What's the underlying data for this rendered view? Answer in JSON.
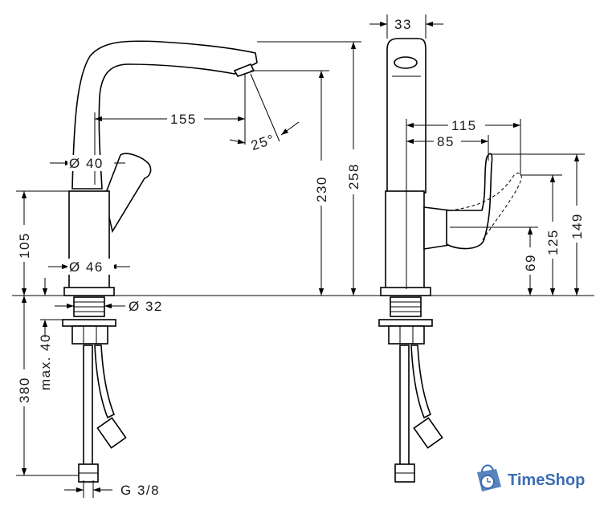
{
  "dimensions": {
    "d33": "33",
    "d155": "155",
    "d25": "25°",
    "d40": "Ø 40",
    "d230": "230",
    "d258": "258",
    "d115": "115",
    "d85": "85",
    "d105": "105",
    "d46": "Ø 46",
    "d32": "Ø 32",
    "d69": "69",
    "d125": "125",
    "d149": "149",
    "dmax40": "max. 40",
    "d380": "380",
    "dg38": "G 3/8"
  },
  "logo": {
    "text": "TimeShop",
    "color": "#3b6db3"
  }
}
